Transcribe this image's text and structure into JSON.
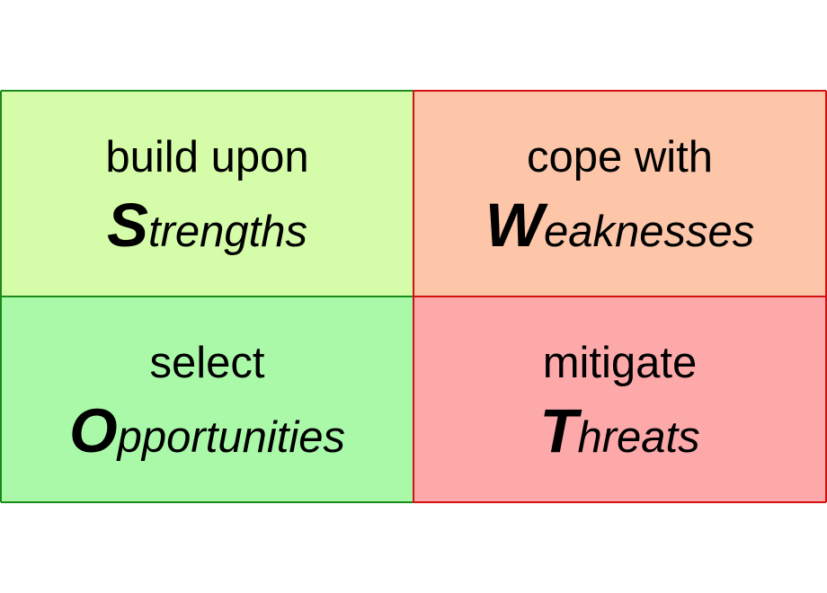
{
  "quadrants": {
    "strengths": {
      "verb": "build upon",
      "initial": "S",
      "rest": "trengths",
      "fill": "#d5fca8"
    },
    "weaknesses": {
      "verb": "cope with",
      "initial": "W",
      "rest": "eaknesses",
      "fill": "#fdc6a9"
    },
    "opportunities": {
      "verb": "select",
      "initial": "O",
      "rest": "pportunities",
      "fill": "#a9f9a9"
    },
    "threats": {
      "verb": "mitigate",
      "initial": "T",
      "rest": "hreats",
      "fill": "#fda9aa"
    }
  },
  "colors": {
    "green_border": "#1a8a1a",
    "red_border": "#d31010"
  }
}
